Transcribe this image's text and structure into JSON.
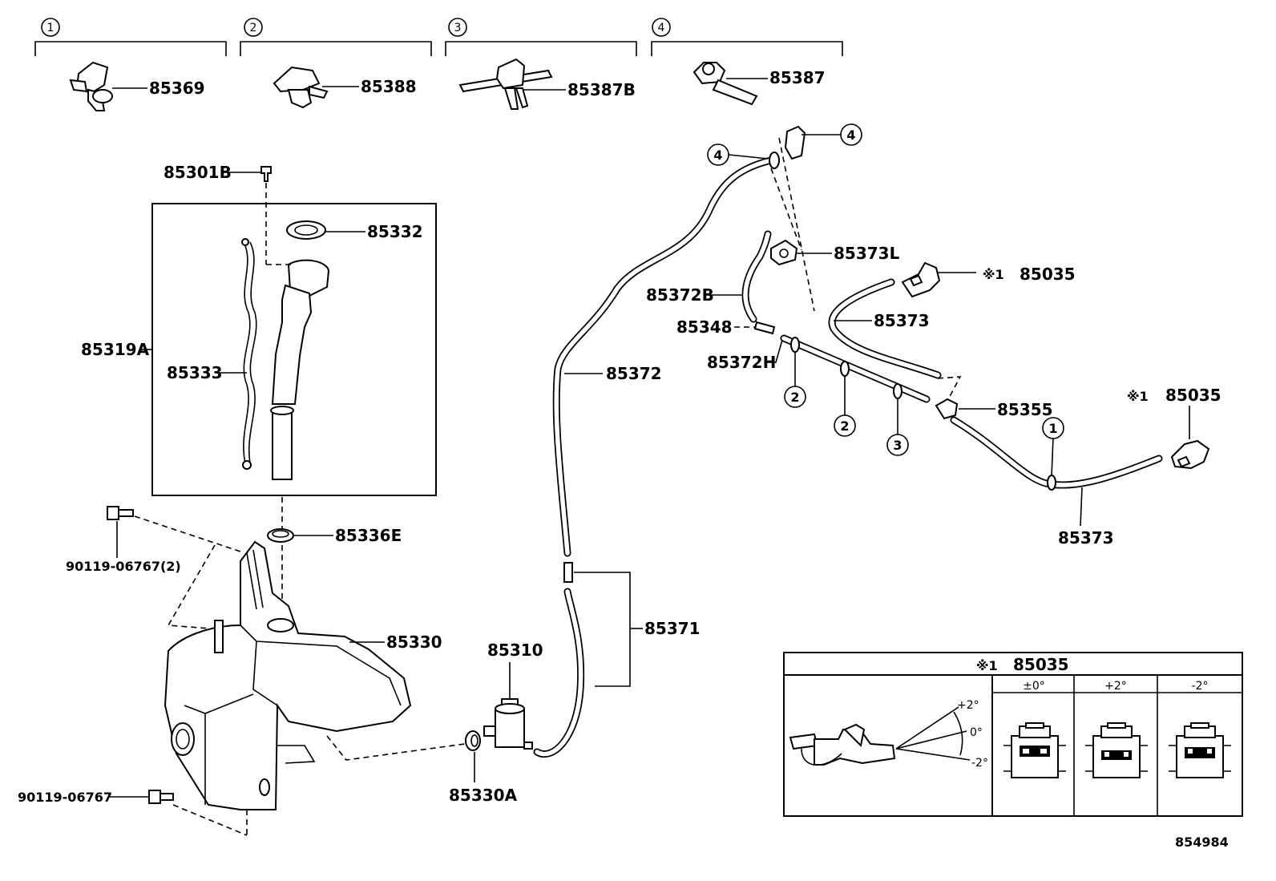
{
  "variants": [
    {
      "index": "1",
      "part": "85369"
    },
    {
      "index": "2",
      "part": "85388"
    },
    {
      "index": "3",
      "part": "85387B"
    },
    {
      "index": "4",
      "part": "85387"
    }
  ],
  "labels": {
    "p85301B": "85301B",
    "p85332": "85332",
    "p85319A": "85319A",
    "p85333": "85333",
    "p85336E": "85336E",
    "p90119_2": "90119-06767(2)",
    "p85330": "85330",
    "p90119": "90119-06767",
    "p85330A": "85330A",
    "p85310": "85310",
    "p85371": "85371",
    "p85372": "85372",
    "p85372B": "85372B",
    "p85348": "85348",
    "p85372H": "85372H",
    "p85373L": "85373L",
    "p85373_upper": "85373",
    "p85035_upper": "85035",
    "p85355": "85355",
    "p85035_lower": "85035",
    "p85373_lower": "85373"
  },
  "callouts": {
    "c4a": "4",
    "c4b": "4",
    "c2a": "2",
    "c2b": "2",
    "c3": "3",
    "c1": "1"
  },
  "note_mark": "※1",
  "inset": {
    "mark": "※1",
    "part": "85035",
    "columns": [
      "±0°",
      "+2°",
      "-2°"
    ],
    "angles": [
      "+2°",
      "0°",
      "-2°"
    ]
  },
  "diagram_id": "854984"
}
